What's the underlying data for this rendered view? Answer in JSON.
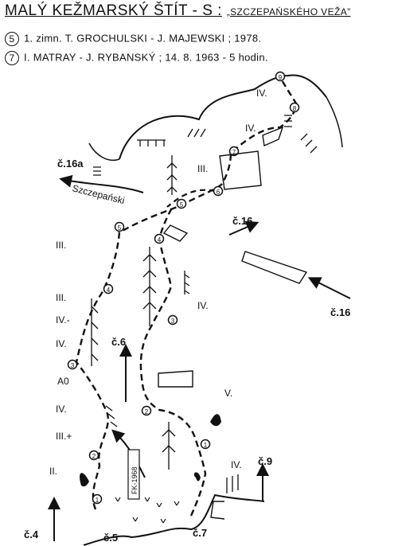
{
  "header": {
    "title_main": "MALÝ KEŽMARSKÝ ŠTÍT - S :",
    "title_sub": "„SZCZEPAŃSKÉHO VEŽA”",
    "routes": [
      {
        "number": "5",
        "text": "1. zimn. T. GROCHULSKI - J. MAJEWSKI ; 1978."
      },
      {
        "number": "7",
        "text": "I. MATRAY - J. RYBANSKÝ ; 14. 8. 1963 - 5 hodin."
      }
    ]
  },
  "topo": {
    "approach_labels": [
      "č.4",
      "č.5",
      "č.7",
      "č.9",
      "č.6",
      "č.16",
      "č.16",
      "č.16a"
    ],
    "place_name": "Szczepański",
    "vertical_badge": "FK-1968",
    "grades": [
      "IV.",
      "IV.",
      "III.",
      "III.",
      "III.",
      "IV.-",
      "IV.",
      "A0",
      "IV.",
      "III.+",
      "II.",
      "IV.",
      "V.",
      "IV."
    ],
    "pitch_markers": [
      "1",
      "2",
      "3",
      "4",
      "5",
      "1",
      "2",
      "3",
      "4",
      "5",
      "6",
      "7",
      "8",
      "9"
    ]
  }
}
